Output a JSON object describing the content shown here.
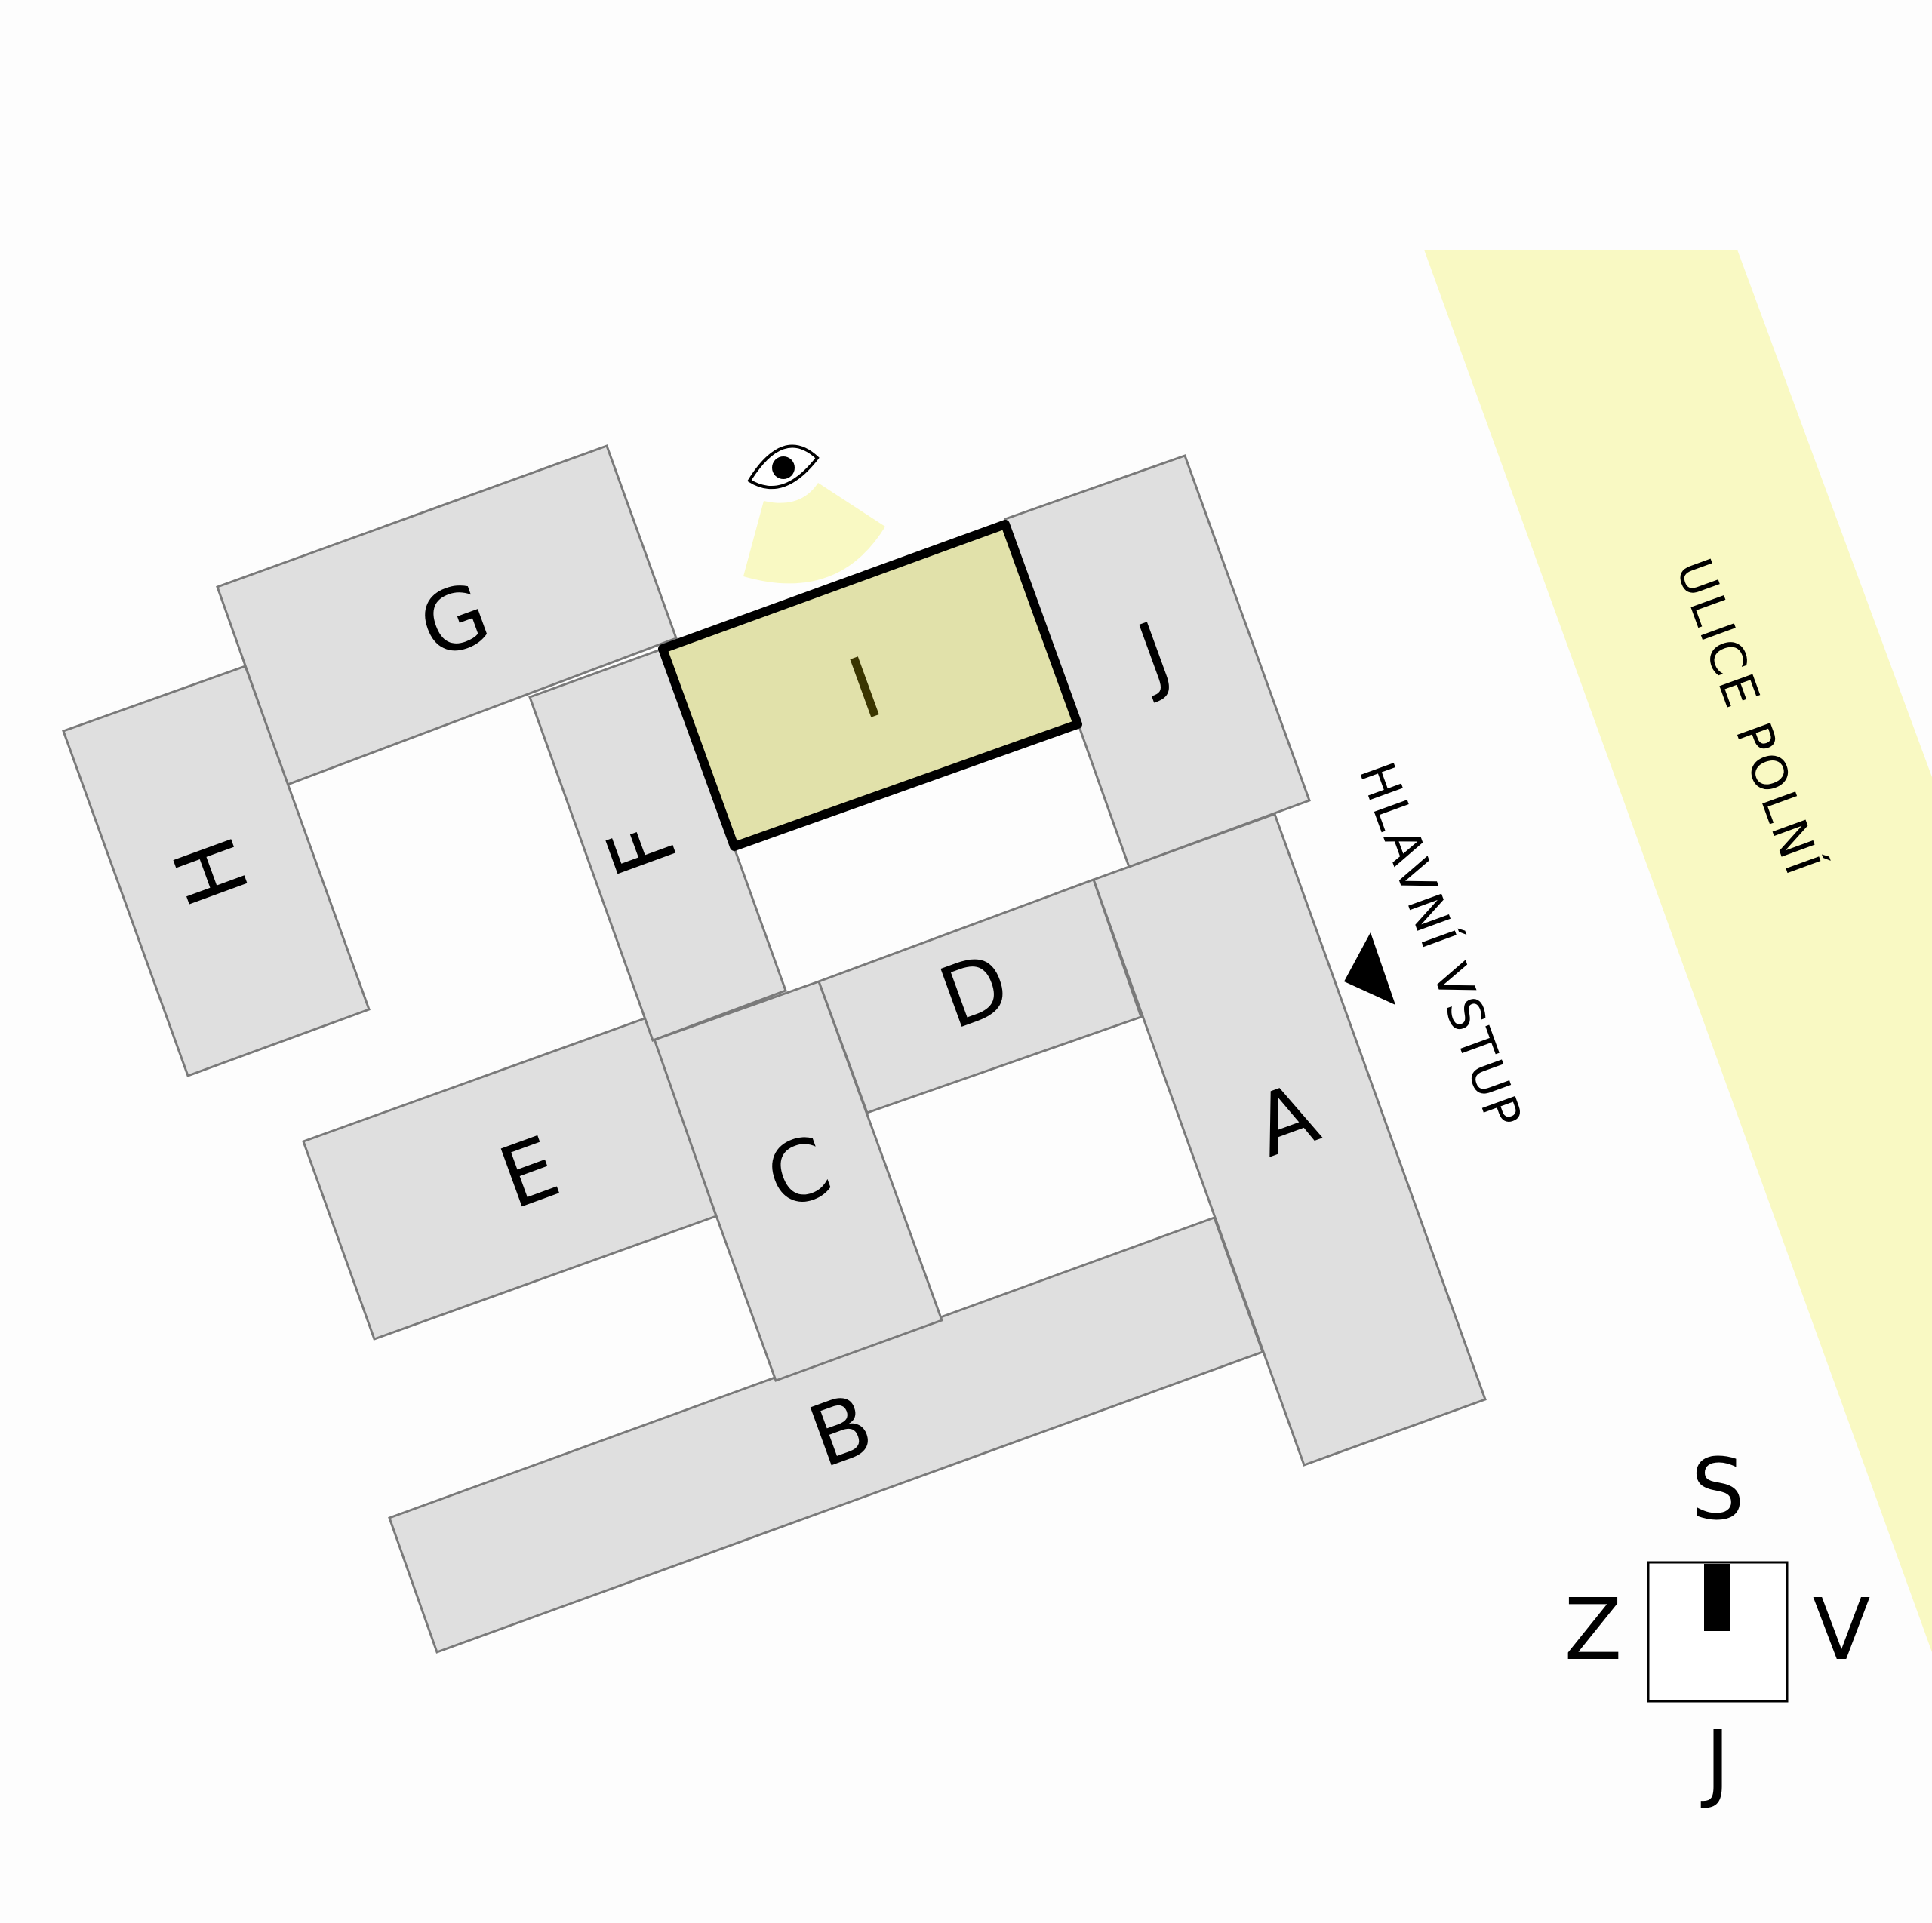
{
  "street": {
    "name": "ULICE POLNÍ"
  },
  "entrance": {
    "label": "HLAVNÍ VSTUP"
  },
  "buildings": {
    "A": "A",
    "B": "B",
    "C": "C",
    "D": "D",
    "E": "E",
    "F": "F",
    "G": "G",
    "H": "H",
    "I": "I",
    "J": "J"
  },
  "highlighted_building": "I",
  "viewpoint": {
    "icon": "eye-icon",
    "target": "I"
  },
  "compass": {
    "north": "S",
    "south": "J",
    "east": "V",
    "west": "Z"
  },
  "colors": {
    "building": "#dfdfdf",
    "highlight": "#e1e1aa",
    "street": "#f9f9c3",
    "view_cone": "#f9f9c3"
  }
}
